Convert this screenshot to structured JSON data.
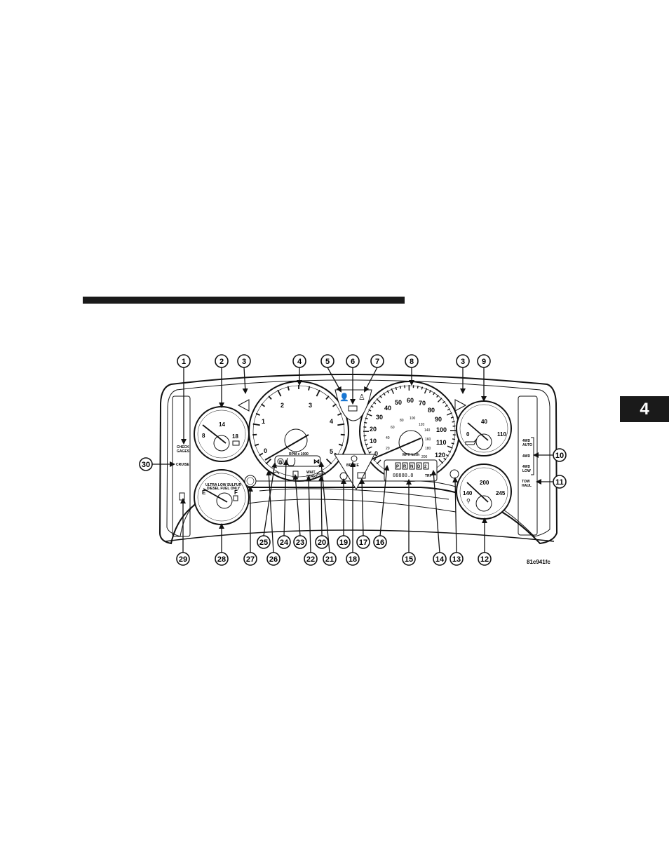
{
  "page": {
    "chapter_tab": "4",
    "figure_code": "81c941fc"
  },
  "callouts_top": [
    "1",
    "2",
    "3",
    "4",
    "5",
    "6",
    "7",
    "8",
    "3",
    "9"
  ],
  "callouts_right": [
    "10",
    "11"
  ],
  "callouts_left": [
    "30"
  ],
  "callouts_bottom": [
    "29",
    "28",
    "27",
    "26",
    "25",
    "24",
    "23",
    "22",
    "21",
    "20",
    "19",
    "18",
    "17",
    "16",
    "15",
    "14",
    "13",
    "12"
  ],
  "tach": {
    "numbers": [
      "0",
      "1",
      "2",
      "3",
      "4",
      "5"
    ],
    "unit_label": "RPM x 1000"
  },
  "speedo": {
    "mph": [
      "0",
      "10",
      "20",
      "30",
      "40",
      "50",
      "60",
      "70",
      "80",
      "90",
      "100",
      "110",
      "120"
    ],
    "kmh": [
      "20",
      "40",
      "60",
      "80",
      "100",
      "120",
      "140",
      "160",
      "180",
      "200"
    ],
    "unit_label": "MPH km/h"
  },
  "voltmeter": {
    "low": "8",
    "mid": "14",
    "high": "18"
  },
  "oil_gauge": {
    "low": "0",
    "mid": "40",
    "high": "110"
  },
  "temp_gauge": {
    "low": "140",
    "mid": "200",
    "high": "245"
  },
  "fuel_gauge": {
    "empty": "E",
    "full": "F",
    "notice_line1": "ULTRA LOW SULFUR",
    "notice_line2": "DIESEL FUEL ONLY"
  },
  "indicators": {
    "check_gages": [
      "CHECK",
      "GAGES"
    ],
    "cruise": "CRUISE",
    "brake": "BRAKE",
    "four_wd_auto": [
      "4WD",
      "AUTO"
    ],
    "four_wd": "4WD",
    "four_wd_low": [
      "4WD",
      "LOW"
    ],
    "tow_haul": [
      "TOW",
      "HAUL"
    ],
    "wait_start": [
      "WAIT",
      "START"
    ],
    "trip": "TRP",
    "odometer": "88888.8",
    "prndl": [
      "P",
      "R",
      "N",
      "D",
      "2"
    ]
  }
}
